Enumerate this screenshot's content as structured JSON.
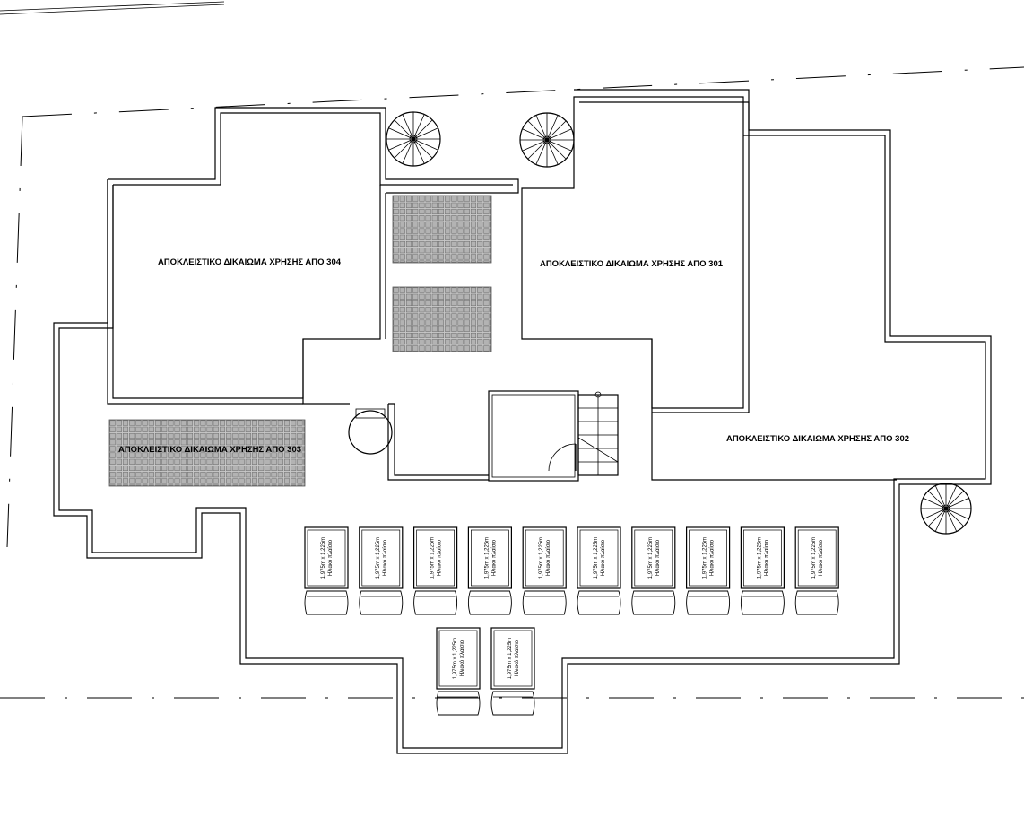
{
  "rooms": {
    "r304": "ΑΠΟΚΛΕΙΣΤΙΚΟ ΔΙΚΑΙΩΜΑ ΧΡΗΣΗΣ ΑΠΟ 304",
    "r301": "ΑΠΟΚΛΕΙΣΤΙΚΟ ΔΙΚΑΙΩΜΑ ΧΡΗΣΗΣ ΑΠΟ 301",
    "r303": "ΑΠΟΚΛΕΙΣΤΙΚΟ ΔΙΚΑΙΩΜΑ ΧΡΗΣΗΣ ΑΠΟ 303",
    "r302": "ΑΠΟΚΛΕΙΣΤΙΚΟ ΔΙΚΑΙΩΜΑ ΧΡΗΣΗΣ ΑΠΟ 302"
  },
  "panel": {
    "size": "1,975m x 1,225m",
    "type": "Ηλιακό πλαίσιο"
  }
}
